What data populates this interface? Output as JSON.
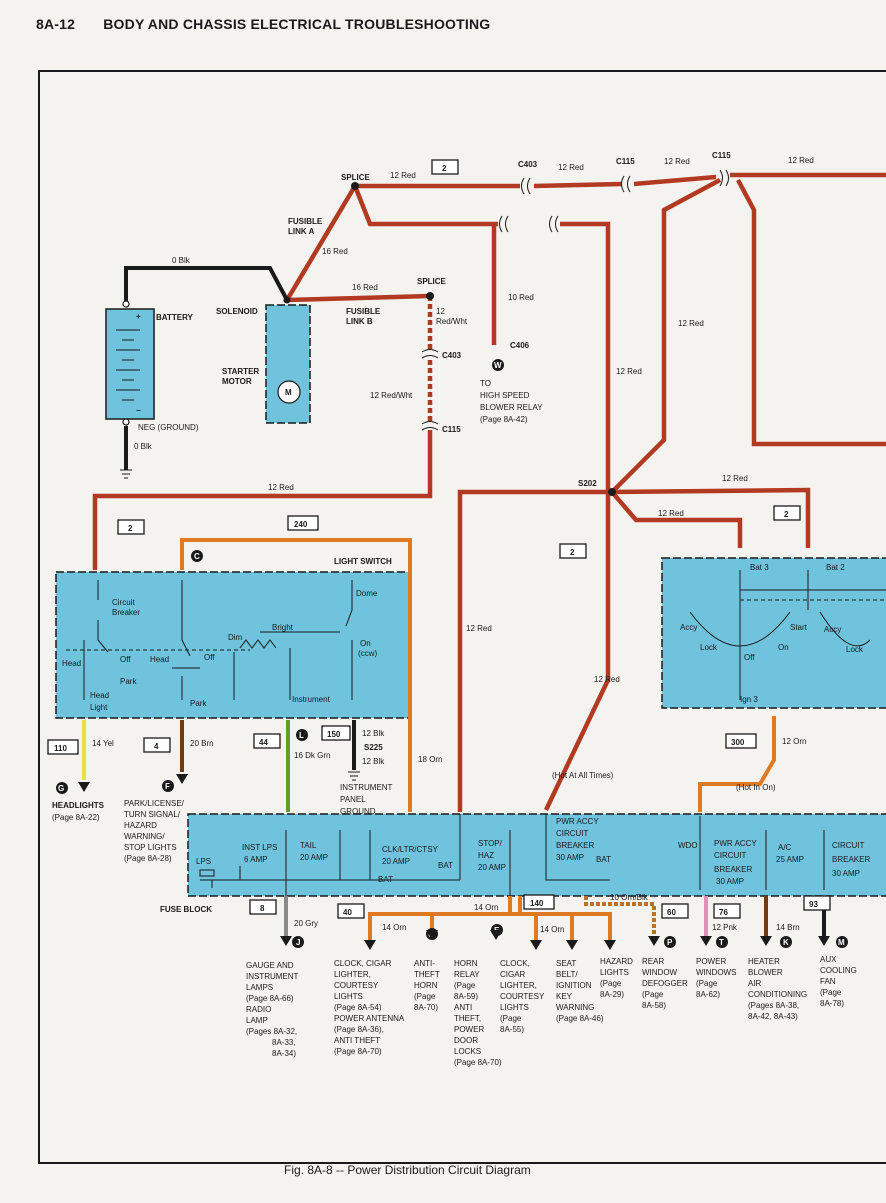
{
  "header": {
    "page": "8A-12",
    "title": "BODY AND CHASSIS ELECTRICAL TROUBLESHOOTING"
  },
  "caption": "Fig. 8A-8 -- Power Distribution Circuit Diagram",
  "colors": {
    "red": "#b23a22",
    "black": "#1a1a1a",
    "orange": "#e07a22",
    "green": "#5f9e2a",
    "yellow": "#e8e23a",
    "brown": "#6b3b1a",
    "gray": "#8a8a8a",
    "pink": "#e58fb8",
    "blue_box": "#6fc3dd"
  },
  "labels": {
    "splice": "SPLICE",
    "splice2": "SPLICE",
    "fusible_a": [
      "FUSIBLE",
      "LINK A"
    ],
    "fusible_b": [
      "FUSIBLE",
      "LINK B"
    ],
    "battery": "BATTERY",
    "solenoid": "SOLENOID",
    "starter": [
      "STARTER",
      "MOTOR"
    ],
    "neg": "NEG (GROUND)",
    "w0blk_top": "0 Blk",
    "w0blk_bot": "0 Blk",
    "w16red_a": "16 Red",
    "w16red_b": "16 Red",
    "w12red_1": "12 Red",
    "w12red_2": "12 Red",
    "w12red_3": "12 Red",
    "w12red_4": "12 Red",
    "w12red_5": "12 Red",
    "w12red_6": "12 Red",
    "w12red_7": "12 Red",
    "w12red_8": "12 Red",
    "w12red_9": "12 Red",
    "w12red_10": "12 Red",
    "w10red": "10 Red",
    "w12redwht_a": [
      "12",
      "Red/Wht"
    ],
    "w12redwht_b": "12 Red/Wht",
    "c403_top": "C403",
    "c403_mid": "C403",
    "c115_top": "C115",
    "c115_right": "C115",
    "c115_mid": "C115",
    "c406": "C406",
    "blower": [
      "TO",
      "HIGH SPEED",
      "BLOWER RELAY",
      "(Page 8A-42)"
    ],
    "s202": "S202",
    "hot_all": "(Hot At All Times)",
    "hot_in_on": "(Hot In On)",
    "light_switch": "LIGHT SWITCH",
    "circuit_breaker": [
      "Circuit",
      "Breaker"
    ],
    "dome": "Dome",
    "on_ccw": [
      "On",
      "(ccw)"
    ],
    "bright": "Bright",
    "dim": "Dim",
    "head1": "Head",
    "off1": "Off",
    "park1": "Park",
    "head2": "Head",
    "off2": "Off",
    "park2": "Park",
    "head_light": [
      "Head",
      "Light"
    ],
    "instrument": "Instrument",
    "bat3": "Bat 3",
    "bat2": "Bat 2",
    "ign3": "Ign 3",
    "accy1": "Accy",
    "lock1": "Lock",
    "off3": "Off",
    "on3": "On",
    "start": "Start",
    "accy2": "Accy",
    "lock2": "Lock",
    "w14yel": "14 Yel",
    "w20brn": "20 Brn",
    "w16dkgrn": "16 Dk Grn",
    "w12blk_a": "12 Blk",
    "w12blk_b": "12 Blk",
    "s225": "S225",
    "w18orn": "18 Orn",
    "w12orn": "12 Orn",
    "instr_ground": [
      "INSTRUMENT",
      "PANEL",
      "GROUND"
    ],
    "headlights": [
      "HEADLIGHTS",
      "(Page 8A-22)"
    ],
    "park_license": [
      "PARK/LICENSE/",
      "TURN SIGNAL/",
      "HAZARD",
      "WARNING/",
      "STOP LIGHTS",
      "(Page 8A-28)"
    ],
    "fuse_block": "FUSE BLOCK",
    "inst_lps": [
      "INST LPS",
      "6 AMP"
    ],
    "tail": [
      "TAIL",
      "20 AMP"
    ],
    "clk": [
      "CLK/LTR/CTSY",
      "20 AMP"
    ],
    "bat_a": "BAT",
    "bat_b": "BAT",
    "stop_haz": [
      "STOP/",
      "HAZ",
      "20 AMP"
    ],
    "pwr_accy1": [
      "PWR ACCY",
      "CIRCUIT",
      "BREAKER",
      "30 AMP"
    ],
    "bat_c": "BAT",
    "wdo": "WDO",
    "pwr_accy2": [
      "PWR ACCY",
      "CIRCUIT",
      "BREAKER",
      "30 AMP"
    ],
    "ac": [
      "A/C",
      "25 AMP"
    ],
    "circuit_breaker2": [
      "CIRCUIT",
      "BREAKER",
      "30 AMP"
    ],
    "lps": "LPS",
    "w20gry": "20 Gry",
    "w14orn_a": "14 Orn",
    "w14orn_b": "14 Orn",
    "w14orn_c": "14 Orn",
    "w10ornblk": "10 Orn/Blk",
    "w12pnk": "12 Pnk",
    "w14brn": "14 Brn",
    "gauge": [
      "GAUGE AND",
      "INSTRUMENT",
      "LAMPS",
      "(Page 8A-66)",
      "RADIO",
      "LAMP",
      "(Pages 8A-32,",
      "8A-33,",
      "8A-34)"
    ],
    "clock1": [
      "CLOCK, CIGAR",
      "LIGHTER,",
      "COURTESY",
      "LIGHTS",
      "(Page 8A-54)",
      "POWER ANTENNA",
      "(Page 8A-36),",
      "ANTI THEFT",
      "(Page 8A-70)"
    ],
    "antitheft": [
      "ANTI-",
      "THEFT",
      "HORN",
      "(Page",
      "8A-70)"
    ],
    "horn": [
      "HORN",
      "RELAY",
      "(Page",
      "8A-59)",
      "ANTI",
      "THEFT,",
      "POWER",
      "DOOR",
      "LOCKS",
      "(Page 8A-70)"
    ],
    "clock2": [
      "CLOCK,",
      "CIGAR",
      "LIGHTER,",
      "COURTESY",
      "LIGHTS",
      "(Page",
      "8A-55)"
    ],
    "seatbelt": [
      "SEAT",
      "BELT/",
      "IGNITION",
      "KEY",
      "WARNING",
      "(Page 8A-46)"
    ],
    "hazard": [
      "HAZARD",
      "LIGHTS",
      "(Page",
      "8A-29)"
    ],
    "defogger": [
      "REAR",
      "WINDOW",
      "DEFOGGER",
      "(Page",
      "8A-58)"
    ],
    "pwrwin": [
      "POWER",
      "WINDOWS",
      "(Page",
      "8A-62)"
    ],
    "heater": [
      "HEATER",
      "BLOWER",
      "AIR",
      "CONDITIONING",
      "(Pages 8A-38,",
      "8A-42, 8A-43)"
    ],
    "auxfan": [
      "AUX",
      "COOLING",
      "FAN",
      "(Page",
      "8A-78)"
    ]
  },
  "circuit_numbers": {
    "n2a": "2",
    "n2b": "2",
    "n2c": "2",
    "n2d": "2",
    "n240": "240",
    "n110": "110",
    "n4": "4",
    "n44": "44",
    "n150": "150",
    "n300": "300",
    "n8": "8",
    "n40": "40",
    "n140": "140",
    "n60": "60",
    "n76": "76",
    "n93": "93"
  },
  "symbols": {
    "w": "W",
    "c": "C",
    "g": "G",
    "f": "F",
    "l": "L",
    "j": "J",
    "u": "U",
    "e": "E",
    "p": "P",
    "t": "T",
    "k": "K",
    "m": "M"
  }
}
